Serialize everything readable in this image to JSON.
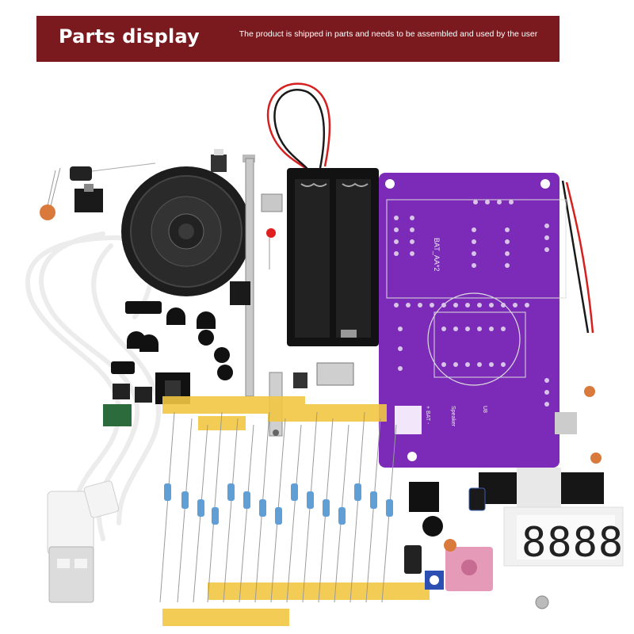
{
  "banner": {
    "title": "Parts display",
    "subtitle": "The product is shipped in parts and needs to be assembled and used by the user"
  },
  "pcb": {
    "label_bat": "BAT_AA*2",
    "label_bat_small": "+ BAT -",
    "label_speaker": "Speaker",
    "label_u8": "U8"
  },
  "display": {
    "digits": "8888"
  },
  "colors": {
    "banner": "#7a1a1f",
    "pcb": "#7b2bb8",
    "tape": "#f2c744"
  }
}
